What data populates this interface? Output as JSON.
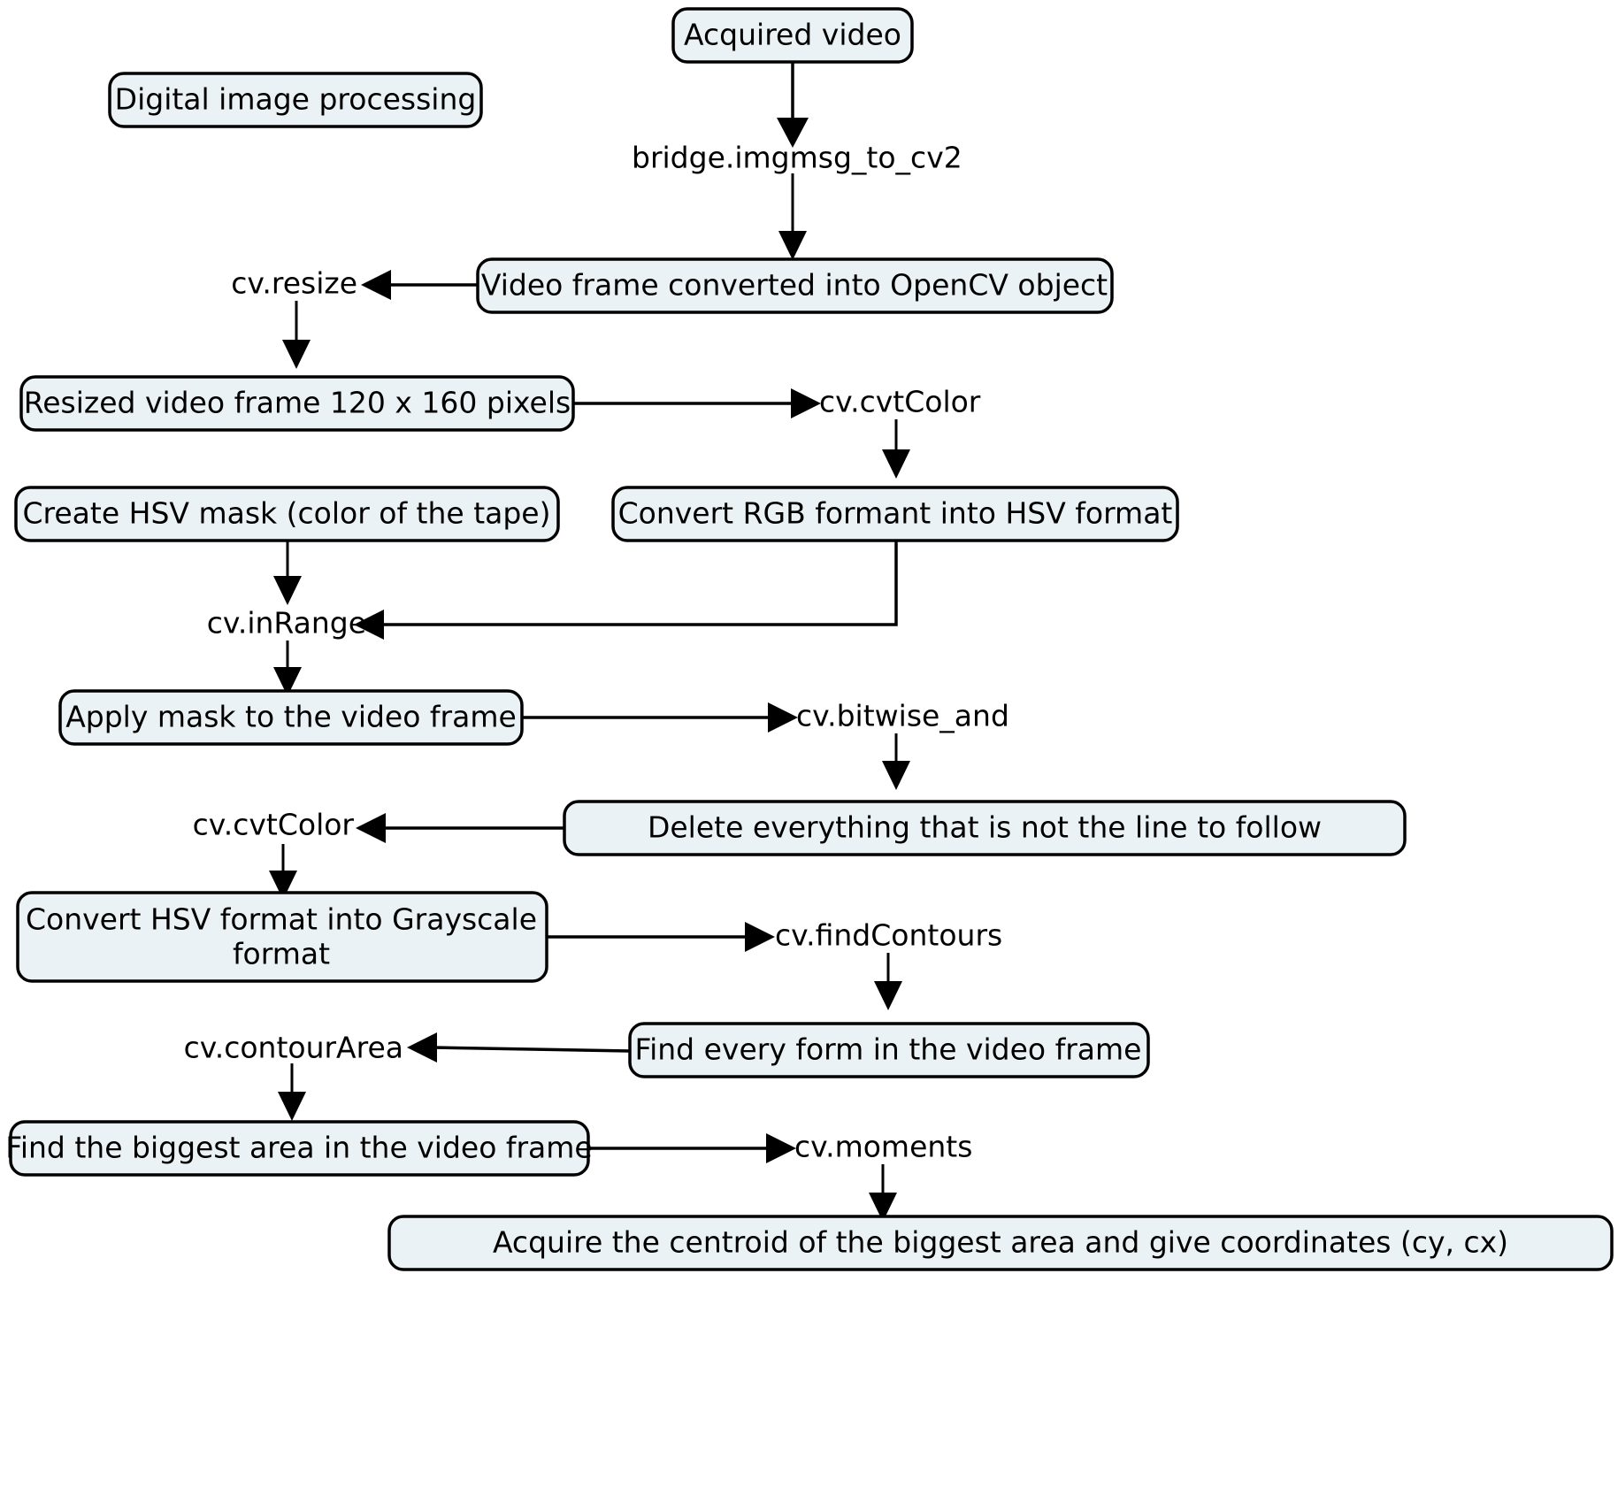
{
  "diagram": {
    "title": "Digital image processing",
    "background_color": "#ffffff",
    "node_fill": "#eaf2f5",
    "node_stroke": "#000000",
    "nodes": [
      {
        "id": "digital_image_processing",
        "label": "Digital image processing"
      },
      {
        "id": "acquired_video",
        "label": "Acquired video"
      },
      {
        "id": "video_frame_opencv",
        "label": "Video frame converted into OpenCV object"
      },
      {
        "id": "resized_frame",
        "label": "Resized video frame 120 x 160 pixels"
      },
      {
        "id": "create_hsv_mask",
        "label": "Create HSV mask (color of the tape)"
      },
      {
        "id": "convert_rgb_hsv",
        "label": "Convert RGB formant into HSV format"
      },
      {
        "id": "apply_mask",
        "label": "Apply mask to the video frame"
      },
      {
        "id": "delete_not_line",
        "label": "Delete everything that is not the line to follow"
      },
      {
        "id": "convert_hsv_gray_line1",
        "label": "Convert HSV format into Grayscale"
      },
      {
        "id": "convert_hsv_gray_line2",
        "label": "format"
      },
      {
        "id": "find_every_form",
        "label": "Find every form in the video frame"
      },
      {
        "id": "find_biggest_area",
        "label": "Find the biggest area in the video frame"
      },
      {
        "id": "acquire_centroid",
        "label": "Acquire the centroid of the biggest area and give coordinates (cy, cx)"
      }
    ],
    "edge_labels": [
      {
        "id": "bridge_imgmsg_to_cv2",
        "label": "bridge.imgmsg_to_cv2"
      },
      {
        "id": "cv_resize",
        "label": "cv.resize"
      },
      {
        "id": "cv_cvtcolor_rgb",
        "label": "cv.cvtColor"
      },
      {
        "id": "cv_inrange",
        "label": "cv.inRange"
      },
      {
        "id": "cv_bitwise_and",
        "label": "cv.bitwise_and"
      },
      {
        "id": "cv_cvtcolor_gray",
        "label": "cv.cvtColor"
      },
      {
        "id": "cv_findcontours",
        "label": "cv.findContours"
      },
      {
        "id": "cv_contourarea",
        "label": "cv.contourArea"
      },
      {
        "id": "cv_moments",
        "label": "cv.moments"
      }
    ]
  }
}
